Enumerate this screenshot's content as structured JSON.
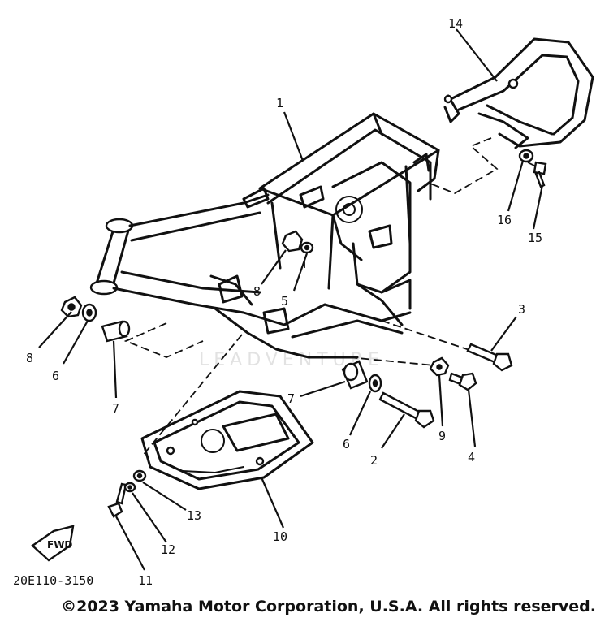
{
  "diagram": {
    "callouts": [
      {
        "id": "1",
        "label": "1"
      },
      {
        "id": "2",
        "label": "2"
      },
      {
        "id": "3",
        "label": "3"
      },
      {
        "id": "4",
        "label": "4"
      },
      {
        "id": "5",
        "label": "5"
      },
      {
        "id": "6a",
        "label": "6"
      },
      {
        "id": "6b",
        "label": "6"
      },
      {
        "id": "7a",
        "label": "7"
      },
      {
        "id": "7b",
        "label": "7"
      },
      {
        "id": "8a",
        "label": "8"
      },
      {
        "id": "8b",
        "label": "8"
      },
      {
        "id": "9",
        "label": "9"
      },
      {
        "id": "10",
        "label": "10"
      },
      {
        "id": "11",
        "label": "11"
      },
      {
        "id": "12",
        "label": "12"
      },
      {
        "id": "13",
        "label": "13"
      },
      {
        "id": "14",
        "label": "14"
      },
      {
        "id": "15",
        "label": "15"
      },
      {
        "id": "16",
        "label": "16"
      }
    ],
    "drawing_code": "20E110-3150",
    "fwd_label": "FWD",
    "watermark": "LEADVENTURE"
  },
  "footer": {
    "copyright": "©2023 Yamaha Motor Corporation, U.S.A. All rights reserved."
  }
}
